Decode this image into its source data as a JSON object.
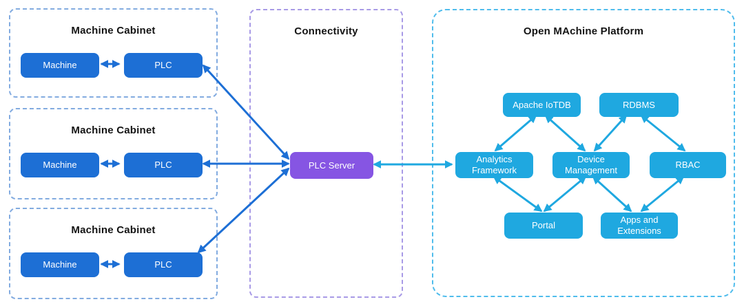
{
  "diagram": {
    "cabinets": [
      {
        "title": "Machine Cabinet",
        "machine_label": "Machine",
        "plc_label": "PLC"
      },
      {
        "title": "Machine Cabinet",
        "machine_label": "Machine",
        "plc_label": "PLC"
      },
      {
        "title": "Machine Cabinet",
        "machine_label": "Machine",
        "plc_label": "PLC"
      }
    ],
    "connectivity": {
      "title": "Connectivity",
      "server_label": "PLC Server"
    },
    "platform": {
      "title": "Open MAchine Platform",
      "nodes": {
        "iotdb": "Apache IoTDB",
        "rdbms": "RDBMS",
        "analytics": "Analytics Framework",
        "device": "Device Management",
        "rbac": "RBAC",
        "portal": "Portal",
        "apps": "Apps and Extensions"
      }
    },
    "edges": [
      {
        "from": "Machine",
        "to": "PLC",
        "group": "cabinet-1",
        "bidirectional": true
      },
      {
        "from": "Machine",
        "to": "PLC",
        "group": "cabinet-2",
        "bidirectional": true
      },
      {
        "from": "Machine",
        "to": "PLC",
        "group": "cabinet-3",
        "bidirectional": true
      },
      {
        "from": "PLC (cabinet-1)",
        "to": "PLC Server",
        "bidirectional": true
      },
      {
        "from": "PLC (cabinet-2)",
        "to": "PLC Server",
        "bidirectional": true
      },
      {
        "from": "PLC (cabinet-3)",
        "to": "PLC Server",
        "bidirectional": true
      },
      {
        "from": "PLC Server",
        "to": "Analytics Framework",
        "bidirectional": true
      },
      {
        "from": "Analytics Framework",
        "to": "Apache IoTDB",
        "bidirectional": true
      },
      {
        "from": "Apache IoTDB",
        "to": "Device Management",
        "bidirectional": true
      },
      {
        "from": "Device Management",
        "to": "RDBMS",
        "bidirectional": true
      },
      {
        "from": "RDBMS",
        "to": "RBAC",
        "bidirectional": true
      },
      {
        "from": "Analytics Framework",
        "to": "Portal",
        "bidirectional": true
      },
      {
        "from": "Portal",
        "to": "Device Management",
        "bidirectional": true
      },
      {
        "from": "Device Management",
        "to": "Apps and Extensions",
        "bidirectional": true
      },
      {
        "from": "Apps and Extensions",
        "to": "RBAC",
        "bidirectional": true
      }
    ],
    "colors": {
      "machine_plc_fill": "#1d6fd5",
      "plc_server_fill": "#8655e3",
      "platform_node_fill": "#1fa8e0",
      "cabinet_border": "#82abe0",
      "connectivity_border": "#a89ae6",
      "platform_border": "#4fbcec",
      "blue_arrow": "#1d6fd5",
      "cyan_arrow": "#1fa8e0"
    }
  }
}
